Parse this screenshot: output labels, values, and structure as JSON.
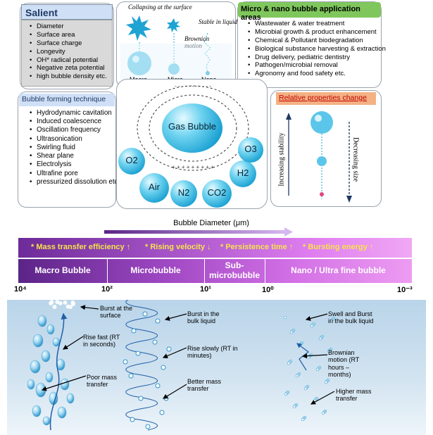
{
  "salient": {
    "title": "Salient properties",
    "items": [
      "Diameter",
      "Surface area",
      "Surface charge",
      "Longevity",
      "OH* radical potential",
      "Negative zeta potential",
      "high bubble density etc."
    ]
  },
  "bubble_types": {
    "collapsing_note": "Collapsing at the surface",
    "stable_note": "Stable in liquid",
    "brownian_note": "Brownian motion",
    "labels": [
      "Macro",
      "Micro",
      "Nano"
    ]
  },
  "applications": {
    "title": "Micro & nano bubble application areas",
    "items": [
      "Wastewater & water treatment",
      "Microbial growth & product enhancement",
      "Chemical & Pollutant biodegradation",
      "Biological substance harvesting & extraction",
      "Drug delivery, pediatric dentistry",
      "Pathogen/microbial removal",
      "Agronomy and food safety etc."
    ]
  },
  "forming": {
    "title": "Bubble forming technique",
    "items": [
      "Hydrodynamic cavitation",
      "Induced coalescence",
      "Oscillation frequency",
      "Ultrasonication",
      "Swirling fluid",
      "Shear plane",
      "Electrolysis",
      "Ultrafine pore",
      "pressurized dissolution etc."
    ]
  },
  "center": {
    "gas_label": "Gas Bubble",
    "gases": [
      "O2",
      "Air",
      "N2",
      "CO2",
      "H2",
      "O3"
    ]
  },
  "relative": {
    "title": "Relative properties change",
    "left_label": "Increasing stability",
    "right_label": "Decreasing size"
  },
  "scale": {
    "title": "Bubble Diameter (μm)",
    "properties": [
      "* Mass transfer efficiency ↑",
      "* Rising velocity ↓",
      "* Persistence time ↑",
      "* Bursting energy ↑"
    ],
    "segments": [
      "Macro Bubble",
      "Microbubble",
      "Sub-microbubble",
      "Nano / Ultra fine bubble"
    ],
    "ticks": [
      "10⁴",
      "10²",
      "10¹",
      "10⁰",
      "10⁻³"
    ]
  },
  "bottom": {
    "macro": [
      "Burst at the surface",
      "Rise fast (RT in seconds)",
      "Poor mass transfer"
    ],
    "micro": [
      "Burst in the bulk liquid",
      "Rise slowly (RT in minutes)",
      "Better mass transfer"
    ],
    "nano": [
      "Swell and Burst in the bulk liquid",
      "Brownian motion (RT hours – months)",
      "Higher mass transfer"
    ]
  },
  "colors": {
    "accent_blue": "#1ea3d3",
    "header_blue": "#cfe0f6",
    "header_green": "#7fc75c",
    "header_orange": "#f4b183",
    "scale_dark": "#5b2487",
    "scale_light": "#f0a8f4",
    "property_text": "#f7e34a",
    "water": "#bcd6ea"
  }
}
